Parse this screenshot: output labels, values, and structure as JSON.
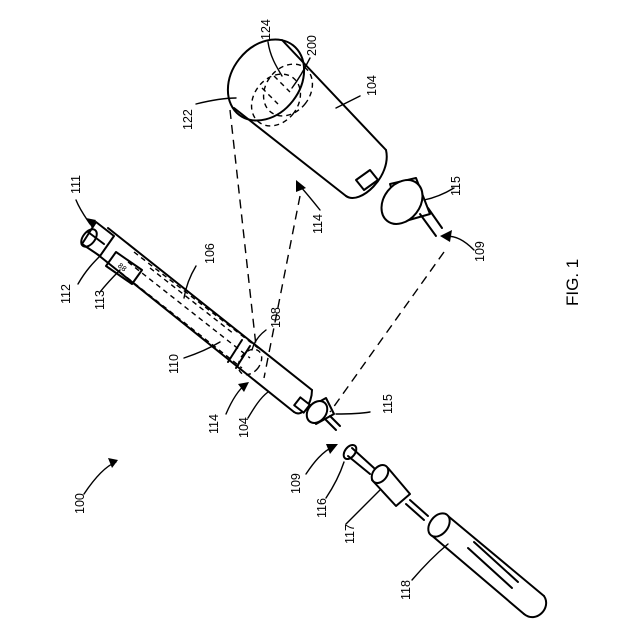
{
  "figure": {
    "caption": "FIG. 1"
  },
  "labels": {
    "l100": "100",
    "l104a": "104",
    "l104b": "104",
    "l106": "106",
    "l108": "108",
    "l109a": "109",
    "l109b": "109",
    "l110": "110",
    "l111": "111",
    "l112": "112",
    "l113": "113",
    "l114a": "114",
    "l114b": "114",
    "l115a": "115",
    "l115b": "115",
    "l116": "116",
    "l117": "117",
    "l118": "118",
    "l122": "122",
    "l124": "124",
    "l200": "200"
  }
}
